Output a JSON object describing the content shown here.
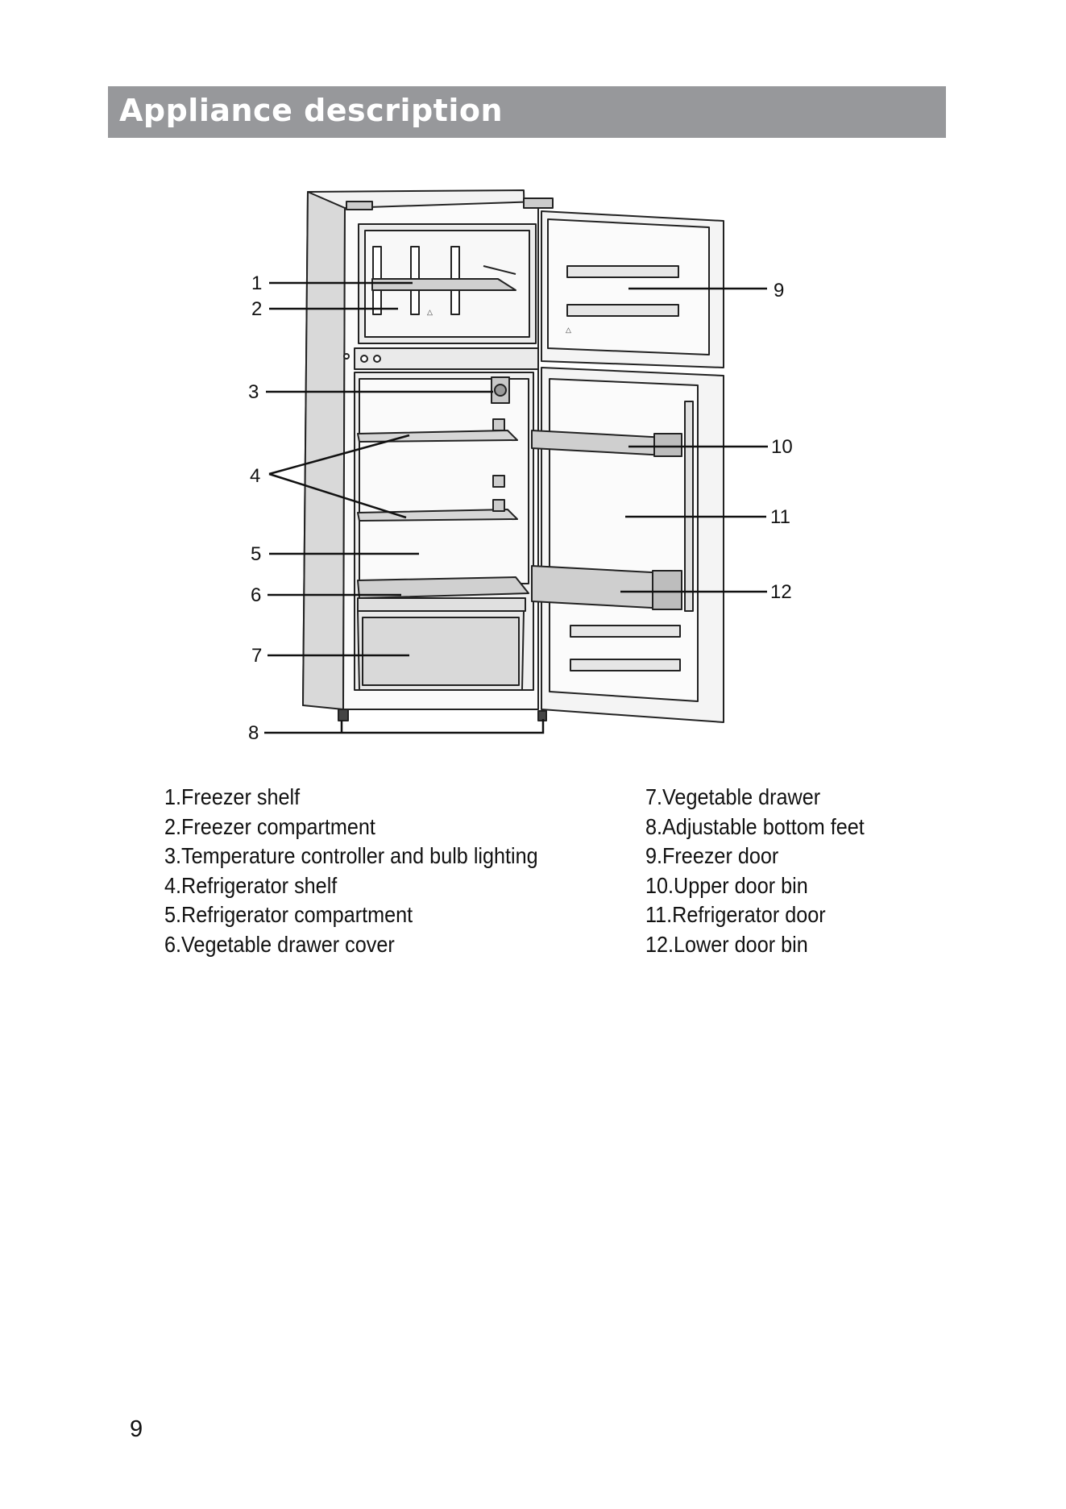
{
  "header": {
    "title": "Appliance description"
  },
  "diagram": {
    "callouts": [
      "1",
      "2",
      "3",
      "4",
      "5",
      "6",
      "7",
      "8",
      "9",
      "10",
      "11",
      "12"
    ]
  },
  "legend": {
    "left": [
      "1.Freezer shelf",
      "2.Freezer compartment",
      "3.Temperature controller and bulb lighting",
      "4.Refrigerator shelf",
      "5.Refrigerator compartment",
      "6.Vegetable drawer cover"
    ],
    "right": [
      "7.Vegetable drawer",
      "8.Adjustable bottom feet",
      "9.Freezer door",
      "10.Upper door bin",
      "11.Refrigerator door",
      "12.Lower door bin"
    ]
  },
  "footer": {
    "page_number": "9"
  }
}
